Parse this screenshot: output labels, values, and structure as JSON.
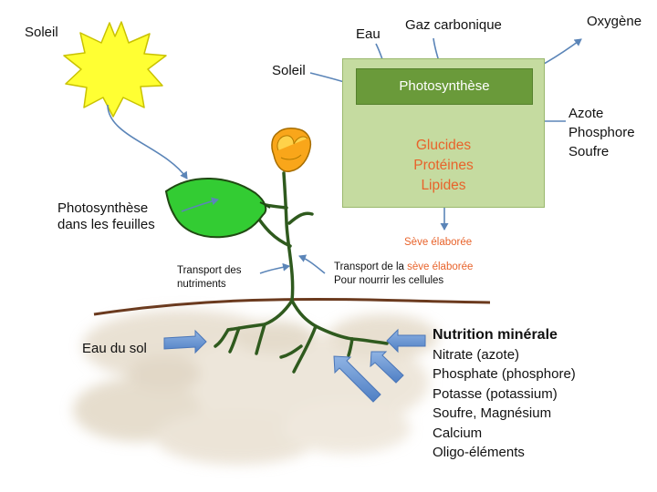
{
  "sun_label": "Soleil",
  "leaf_label": [
    "Photosynthèse",
    "dans les feuilles"
  ],
  "box": {
    "input_water": "Eau",
    "input_co2": "Gaz carbonique",
    "input_sun": "Soleil",
    "output_oxygen": "Oxygène",
    "process": "Photosynthèse",
    "minerals_in": [
      "Azote",
      "Phosphore",
      "Soufre"
    ],
    "products": [
      "Glucides",
      "Protéines",
      "Lipides"
    ],
    "output_sap": "Sève élaborée"
  },
  "transport_nutrients": [
    "Transport des",
    "nutriments"
  ],
  "transport_sap": {
    "prefix": "Transport de la ",
    "highlight": "sève élaborée",
    "line2": "Pour nourrir les cellules"
  },
  "soil_water": "Eau du sol",
  "mineral_nutrition": {
    "title": "Nutrition minérale",
    "items": [
      "Nitrate (azote)",
      "Phosphate (phosphore)",
      "Potasse (potassium)",
      "Soufre, Magnésium",
      "Calcium",
      "Oligo-éléments"
    ]
  },
  "colors": {
    "sun": "#ffff33",
    "leaf": "#33cc33",
    "stem": "#2f5a1e",
    "box": "#c5dba0",
    "process_bar": "#6a9a3a",
    "highlight": "#e8632b",
    "arrow": "#5b85b8",
    "soil_line": "#6b3a1e"
  }
}
